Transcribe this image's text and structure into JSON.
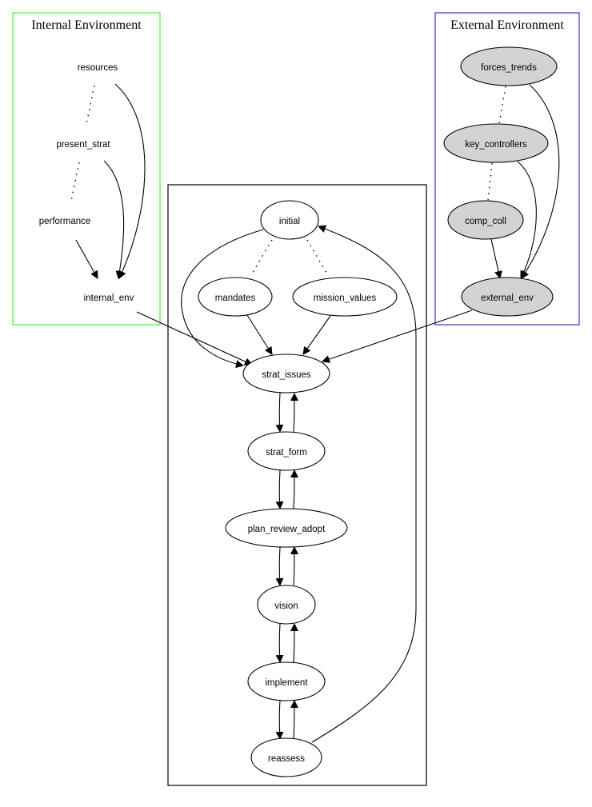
{
  "colors": {
    "internal_border": "#3cf53c",
    "external_border": "#3434d6",
    "process_border": "#000000",
    "gray_fill": "#d3d3d3",
    "white_fill": "#ffffff"
  },
  "clusters": {
    "internal": {
      "title": "Internal Environment"
    },
    "external": {
      "title": "External Environment"
    },
    "process": {
      "title": ""
    }
  },
  "nodes": {
    "resources": {
      "label": "resources"
    },
    "present_strat": {
      "label": "present_strat"
    },
    "performance": {
      "label": "performance"
    },
    "internal_env": {
      "label": "internal_env"
    },
    "forces_trends": {
      "label": "forces_trends"
    },
    "key_controllers": {
      "label": "key_controllers"
    },
    "comp_coll": {
      "label": "comp_coll"
    },
    "external_env": {
      "label": "external_env"
    },
    "initial": {
      "label": "initial"
    },
    "mandates": {
      "label": "mandates"
    },
    "mission_values": {
      "label": "mission_values"
    },
    "strat_issues": {
      "label": "strat_issues"
    },
    "strat_form": {
      "label": "strat_form"
    },
    "plan_review_adopt": {
      "label": "plan_review_adopt"
    },
    "vision": {
      "label": "vision"
    },
    "implement": {
      "label": "implement"
    },
    "reassess": {
      "label": "reassess"
    }
  },
  "edges": [
    {
      "from": "resources",
      "to": "present_strat",
      "style": "dotted",
      "arrow": false
    },
    {
      "from": "present_strat",
      "to": "performance",
      "style": "dotted",
      "arrow": false
    },
    {
      "from": "resources",
      "to": "internal_env",
      "style": "solid",
      "arrow": true
    },
    {
      "from": "present_strat",
      "to": "internal_env",
      "style": "solid",
      "arrow": true
    },
    {
      "from": "performance",
      "to": "internal_env",
      "style": "solid",
      "arrow": true
    },
    {
      "from": "forces_trends",
      "to": "key_controllers",
      "style": "dotted",
      "arrow": false
    },
    {
      "from": "key_controllers",
      "to": "comp_coll",
      "style": "dotted",
      "arrow": false
    },
    {
      "from": "forces_trends",
      "to": "external_env",
      "style": "solid",
      "arrow": true
    },
    {
      "from": "key_controllers",
      "to": "external_env",
      "style": "solid",
      "arrow": true
    },
    {
      "from": "comp_coll",
      "to": "external_env",
      "style": "solid",
      "arrow": true
    },
    {
      "from": "initial",
      "to": "mandates",
      "style": "dotted",
      "arrow": false
    },
    {
      "from": "initial",
      "to": "mission_values",
      "style": "dotted",
      "arrow": false
    },
    {
      "from": "initial",
      "to": "strat_issues",
      "style": "solid",
      "arrow": true
    },
    {
      "from": "mandates",
      "to": "strat_issues",
      "style": "solid",
      "arrow": true
    },
    {
      "from": "mission_values",
      "to": "strat_issues",
      "style": "solid",
      "arrow": true
    },
    {
      "from": "internal_env",
      "to": "strat_issues",
      "style": "solid",
      "arrow": true
    },
    {
      "from": "external_env",
      "to": "strat_issues",
      "style": "solid",
      "arrow": true
    },
    {
      "from": "strat_issues",
      "to": "strat_form",
      "style": "solid",
      "arrow": true
    },
    {
      "from": "strat_form",
      "to": "strat_issues",
      "style": "solid",
      "arrow": true
    },
    {
      "from": "strat_form",
      "to": "plan_review_adopt",
      "style": "solid",
      "arrow": true
    },
    {
      "from": "plan_review_adopt",
      "to": "strat_form",
      "style": "solid",
      "arrow": true
    },
    {
      "from": "plan_review_adopt",
      "to": "vision",
      "style": "solid",
      "arrow": true
    },
    {
      "from": "vision",
      "to": "plan_review_adopt",
      "style": "solid",
      "arrow": true
    },
    {
      "from": "vision",
      "to": "implement",
      "style": "solid",
      "arrow": true
    },
    {
      "from": "implement",
      "to": "vision",
      "style": "solid",
      "arrow": true
    },
    {
      "from": "implement",
      "to": "reassess",
      "style": "solid",
      "arrow": true
    },
    {
      "from": "reassess",
      "to": "implement",
      "style": "solid",
      "arrow": true
    },
    {
      "from": "reassess",
      "to": "initial",
      "style": "solid",
      "arrow": true
    }
  ]
}
